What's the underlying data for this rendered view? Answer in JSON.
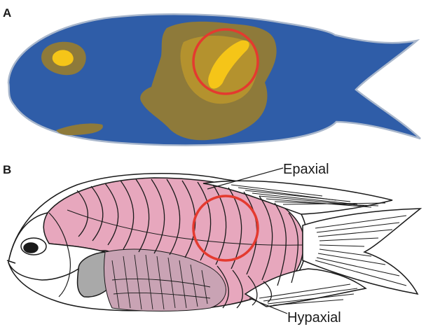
{
  "panel_a": {
    "letter": "A",
    "colors": {
      "body": "#2f5da8",
      "outline": "#a9b7cc",
      "heat_low": "#8e7a3a",
      "heat_mid": "#b4922e",
      "heat_high": "#f5c518",
      "highlight_circle": "#e43a2f"
    }
  },
  "panel_b": {
    "letter": "B",
    "labels": {
      "epaxial": "Epaxial",
      "hypaxial": "Hypaxial"
    },
    "colors": {
      "muscle": "#e7a7bd",
      "organs": "#c9a3b4",
      "gill_cover": "#a9a9a9",
      "outline": "#1a1a1a",
      "highlight_circle": "#e43a2f"
    }
  }
}
